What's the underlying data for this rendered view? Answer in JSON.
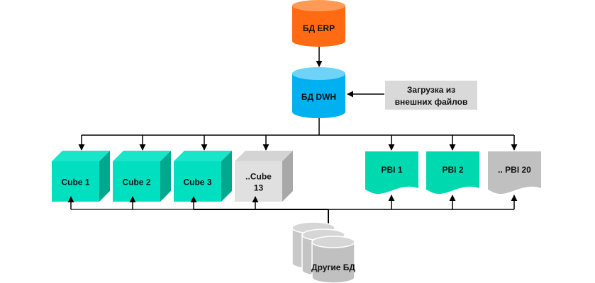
{
  "nodes": {
    "erp": {
      "label": "БД ERP",
      "color": "#ff6a13",
      "top_color": "#ff9a55"
    },
    "dwh": {
      "label": "БД DWH",
      "color": "#00b0f0",
      "top_color": "#6fd3f7"
    },
    "external": {
      "lines": [
        "Загрузка из",
        "внешних файлов"
      ],
      "color": "#d9d9d9"
    },
    "cubes": [
      {
        "label": "Cube 1",
        "lines": [
          "Cube 1"
        ],
        "variant": "teal"
      },
      {
        "label": "Cube 2",
        "lines": [
          "Cube 2"
        ],
        "variant": "teal"
      },
      {
        "label": "Cube 3",
        "lines": [
          "Cube 3"
        ],
        "variant": "teal"
      },
      {
        "label": "..Cube 13",
        "lines": [
          "..Cube",
          "13"
        ],
        "variant": "gray"
      }
    ],
    "reports": [
      {
        "label": "PBI 1",
        "variant": "teal"
      },
      {
        "label": "PBI 2",
        "variant": "teal"
      },
      {
        "label": ".. PBI 20",
        "variant": "gray"
      }
    ],
    "other_db": {
      "label": "Другие БД",
      "color": "#bfbfbf"
    }
  },
  "colors": {
    "teal_front": "#00e0c0",
    "teal_top": "#19e6c8",
    "teal_side": "#00a88e",
    "gray_front": "#e0e0e0",
    "gray_top": "#d4d4d4",
    "gray_side": "#a8a8a8",
    "report_teal": "#00d9b0",
    "report_gray": "#c0c0c0",
    "line": "#000000"
  },
  "edges": [
    {
      "from": "erp",
      "to": "dwh"
    },
    {
      "from": "external",
      "to": "dwh"
    },
    {
      "from": "dwh",
      "to": "Cube 1"
    },
    {
      "from": "dwh",
      "to": "Cube 2"
    },
    {
      "from": "dwh",
      "to": "Cube 3"
    },
    {
      "from": "dwh",
      "to": "..Cube 13"
    },
    {
      "from": "dwh",
      "to": "PBI 1"
    },
    {
      "from": "dwh",
      "to": "PBI 2"
    },
    {
      "from": "dwh",
      "to": ".. PBI 20"
    },
    {
      "from": "other_db",
      "to": "Cube 1"
    },
    {
      "from": "other_db",
      "to": "Cube 2"
    },
    {
      "from": "other_db",
      "to": "Cube 3"
    },
    {
      "from": "other_db",
      "to": "..Cube 13"
    },
    {
      "from": "other_db",
      "to": "PBI 1"
    },
    {
      "from": "other_db",
      "to": "PBI 2"
    },
    {
      "from": "other_db",
      "to": ".. PBI 20"
    }
  ]
}
